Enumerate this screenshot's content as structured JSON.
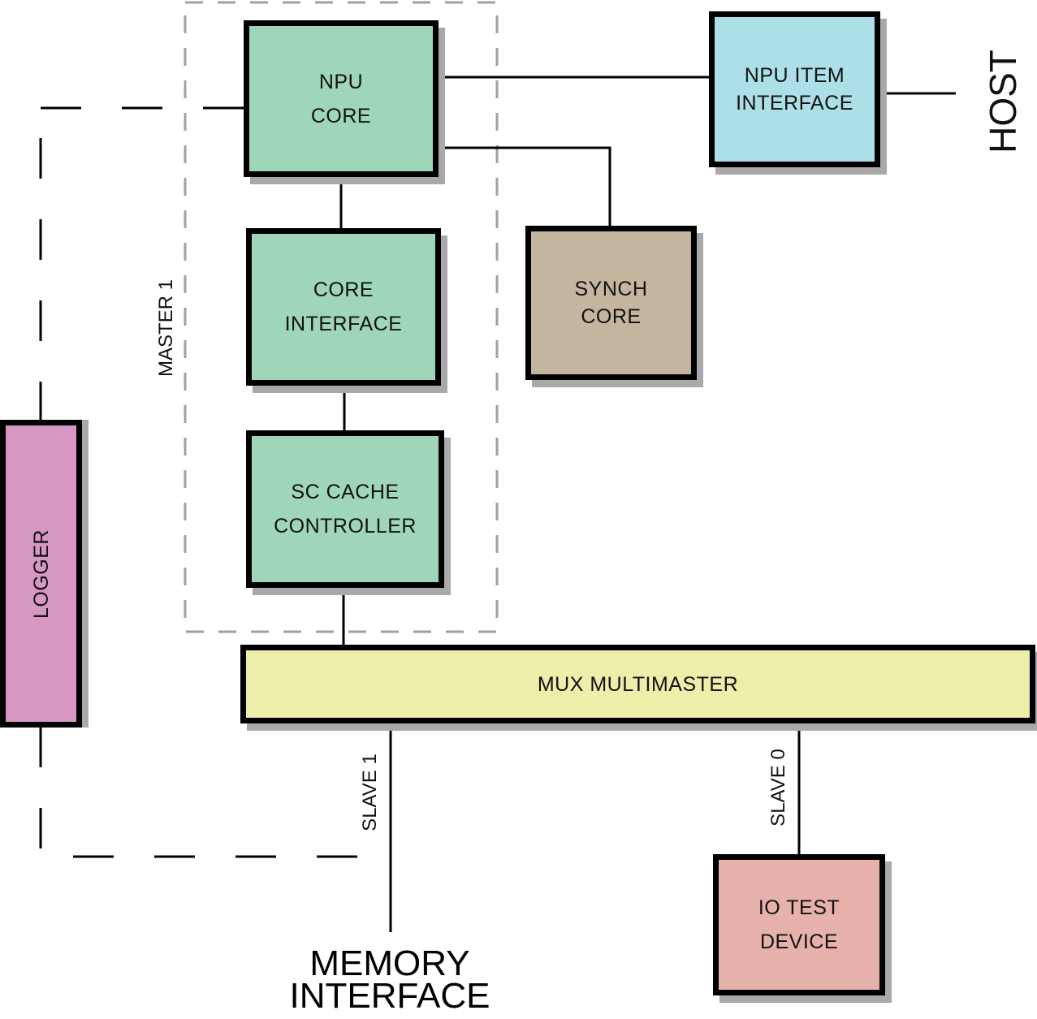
{
  "colors": {
    "npu_core": "#9FD6BA",
    "core_interface": "#9FD6BA",
    "sc_cache": "#9FD6BA",
    "npu_item": "#ADDFE8",
    "synch_core": "#C4B59E",
    "logger": "#D698C3",
    "mux": "#EDEEA9",
    "io_test": "#E7B1AB",
    "shadow": "#A9A9A9",
    "master_dash": "#A0A0A0",
    "outer_dash": "#000000"
  },
  "blocks": {
    "npu_core": {
      "label": "NPU\nCORE"
    },
    "core_interface": {
      "label": "CORE\nINTERFACE"
    },
    "sc_cache": {
      "label": "SC CACHE\nCONTROLLER"
    },
    "npu_item": {
      "label": "NPU ITEM\nINTERFACE"
    },
    "synch_core": {
      "label": "SYNCH\nCORE"
    },
    "mux": {
      "label": "MUX MULTIMASTER"
    },
    "io_test": {
      "label": "IO TEST\nDEVICE"
    },
    "logger": {
      "label": "LOGGER"
    }
  },
  "labels": {
    "host": "HOST",
    "master1": "MASTER 1",
    "slave1": "SLAVE 1",
    "slave0": "SLAVE 0",
    "memory_interface": "MEMORY\nINTERFACE"
  }
}
